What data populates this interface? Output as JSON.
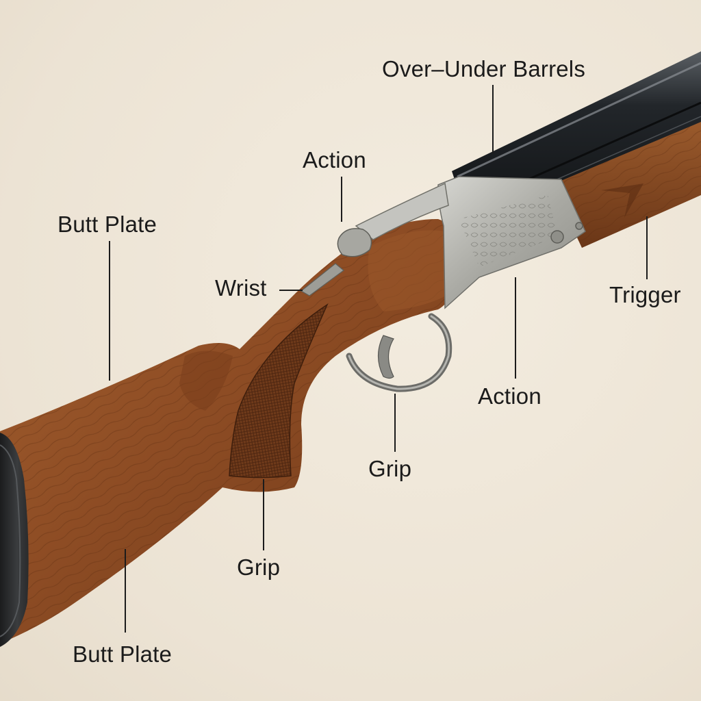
{
  "labels": {
    "over_under_barrels": "Over–Under Barrels",
    "action_top": "Action",
    "butt_plate_top": "Butt Plate",
    "wrist": "Wrist",
    "trigger": "Trigger",
    "action_right": "Action",
    "grip_right": "Grip",
    "grip_bottom": "Grip",
    "butt_plate_bottom": "Butt Plate"
  },
  "colors": {
    "background": "#efe7da",
    "wood": "#8a4a22",
    "barrel": "#1c1f22",
    "receiver": "#b7b7b2",
    "label_text": "#1b1b1b"
  }
}
